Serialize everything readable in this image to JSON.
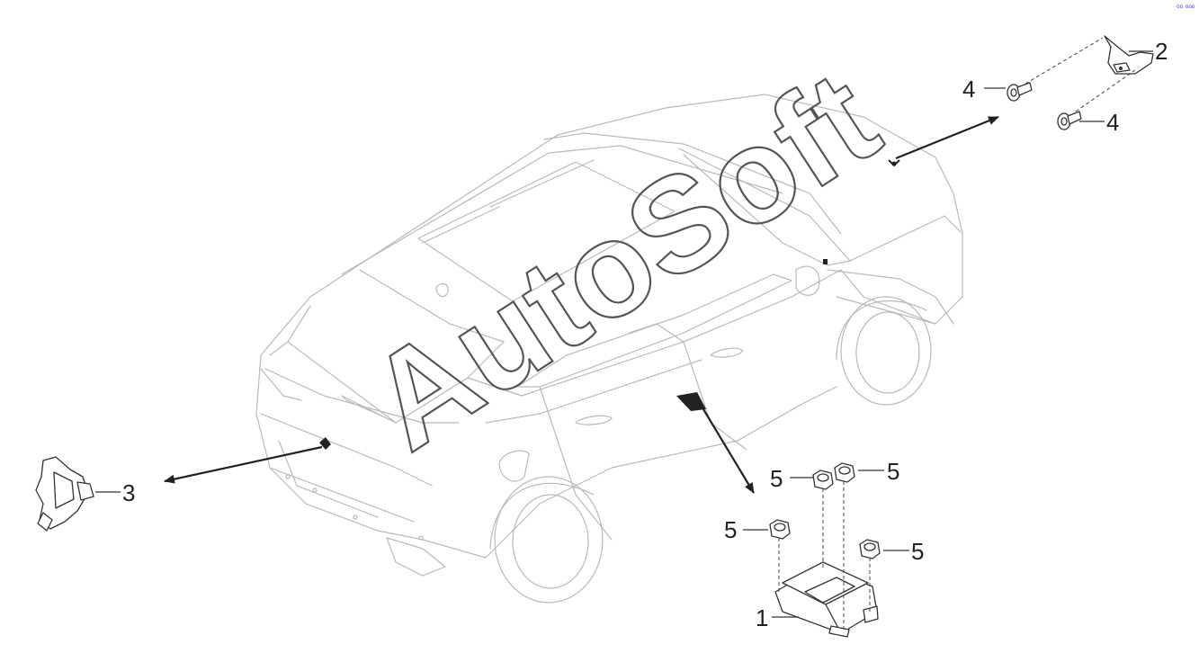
{
  "diagram": {
    "watermark": "AutoSoft",
    "corner_mark": "⁰⁰ ⁰⁰⁰",
    "callouts": {
      "part_1": "1",
      "part_2": "2",
      "part_3": "3",
      "part_4_left": "4",
      "part_4_right": "4",
      "part_5_top_left": "5",
      "part_5_top_right": "5",
      "part_5_mid_left": "5",
      "part_5_mid_right": "5"
    },
    "colors": {
      "line": "#333333",
      "car_outline": "#b9b9b9",
      "watermark": "#555555",
      "corner_mark": "#3a3ad0"
    }
  }
}
